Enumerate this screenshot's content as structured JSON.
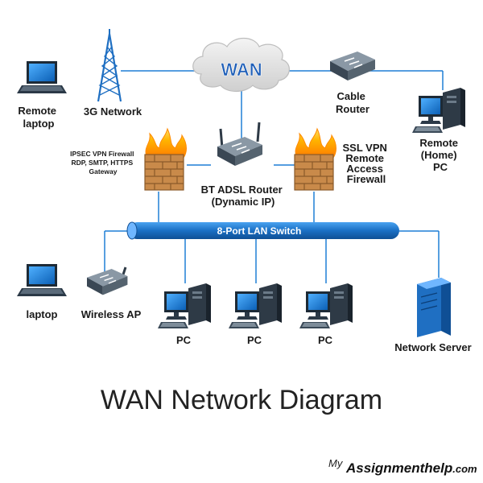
{
  "title": "WAN Network Diagram",
  "wan_label": "WAN",
  "switch_label": "8-Port LAN Switch",
  "labels": {
    "remote_laptop": [
      "Remote",
      "laptop"
    ],
    "network_3g": "3G Network",
    "cable_router": [
      "Cable",
      "Router"
    ],
    "remote_pc": [
      "Remote",
      "(Home)",
      "PC"
    ],
    "ipsec_firewall": [
      "IPSEC VPN Firewall",
      "RDP, SMTP, HTTPS",
      "Gateway"
    ],
    "bt_router": [
      "BT ADSL Router",
      "(Dynamic IP)"
    ],
    "ssl_firewall": [
      "SSL VPN",
      "Remote",
      "Access",
      "Firewall"
    ],
    "laptop": "laptop",
    "wireless_ap": "Wireless AP",
    "pc1": "PC",
    "pc2": "PC",
    "pc3": "PC",
    "network_server": "Network Server"
  },
  "logo": {
    "my": "My",
    "brand_a": "Assignment",
    "brand_b": "help",
    "suffix": ".com"
  },
  "colors": {
    "wire": "#1f7fd6",
    "switch": "#1a6fc4",
    "cloud": "#e8e8e8",
    "wan_text": "#1f5fb8",
    "brick": "#c98a4a",
    "flame": "#ffb300"
  },
  "icons": [
    "laptop-icon",
    "cell-tower-icon",
    "cloud-icon",
    "router-icon",
    "desktop-pc-icon",
    "firewall-icon",
    "wireless-ap-icon",
    "server-icon"
  ]
}
